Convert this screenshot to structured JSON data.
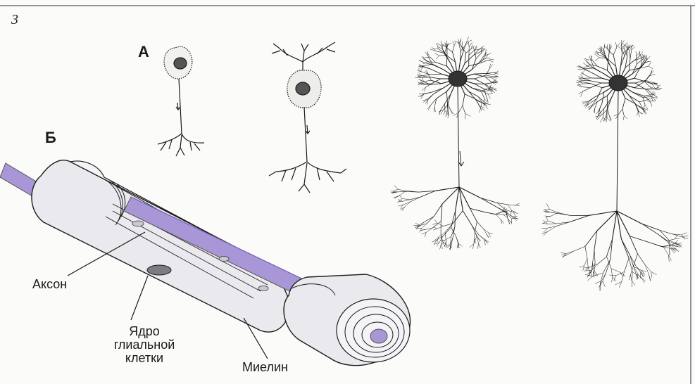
{
  "figure": {
    "number": "3",
    "panel_a": "А",
    "panel_b": "Б",
    "labels": {
      "axon": "Аксон",
      "nucleus_line1": "Ядро",
      "nucleus_line2": "глиальной",
      "nucleus_line3": "клетки",
      "myelin": "Миелин"
    }
  },
  "colors": {
    "axon_fill": "#a996d6",
    "axon_dark": "#7a62bf",
    "sheath_fill": "#e9e9ee",
    "ink": "#1a1a1a",
    "frame": "#6f6f6f"
  },
  "icons": {
    "neurons_a": [
      "neuron-unipolar-icon",
      "neuron-bipolar-icon",
      "neuron-pyramidal-icon",
      "neuron-multipolar-icon"
    ],
    "panel_b": "myelinated-axon-icon"
  }
}
